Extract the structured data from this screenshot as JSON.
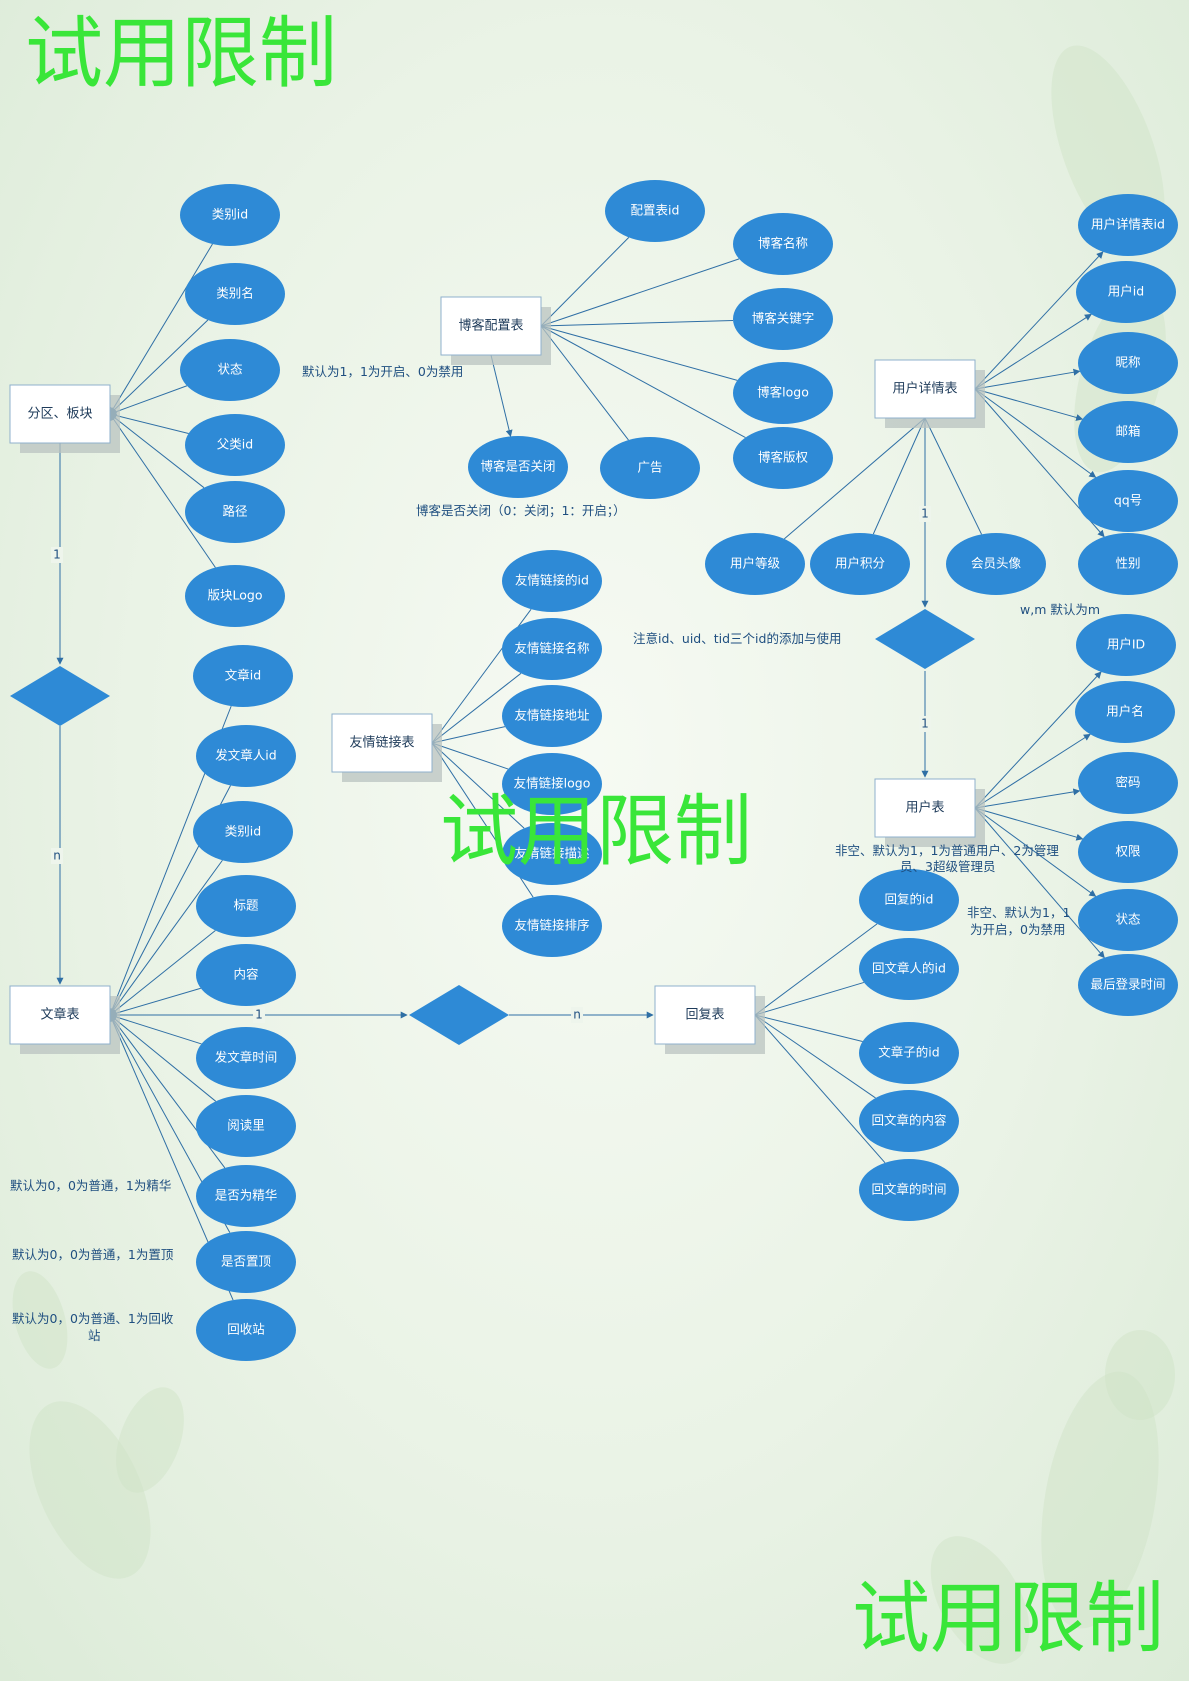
{
  "watermark": "试用限制",
  "entities": [
    {
      "id": "fenqu",
      "label": "分区、板块"
    },
    {
      "id": "wenzhang",
      "label": "文章表"
    },
    {
      "id": "bokepeizhi",
      "label": "博客配置表"
    },
    {
      "id": "youqing",
      "label": "友情链接表"
    },
    {
      "id": "yonghuxiangqing",
      "label": "用户详情表"
    },
    {
      "id": "yonghu",
      "label": "用户表"
    },
    {
      "id": "huifu",
      "label": "回复表"
    }
  ],
  "attributes": {
    "fenqu": [
      "类别id",
      "类别名",
      "状态",
      "父类id",
      "路径",
      "版块Logo"
    ],
    "wenzhang": [
      "文章id",
      "发文章人id",
      "类别id",
      "标题",
      "内容",
      "发文章时间",
      "阅读里",
      "是否为精华",
      "是否置顶",
      "回收站"
    ],
    "bokepeizhi": [
      "配置表id",
      "博客名称",
      "博客关键字",
      "博客logo",
      "博客版权",
      "广告",
      "博客是否关闭"
    ],
    "youqing": [
      "友情链接的id",
      "友情链接名称",
      "友情链接地址",
      "友情链接logo",
      "友情链接描述",
      "友情链接排序"
    ],
    "yonghuxiangqing": [
      "用户详情表id",
      "用户id",
      "昵称",
      "邮箱",
      "qq号",
      "性别",
      "用户等级",
      "用户积分",
      "会员头像"
    ],
    "yonghu": [
      "用户ID",
      "用户名",
      "密码",
      "权限",
      "状态",
      "最后登录时间"
    ],
    "huifu": [
      "回复的id",
      "回文章人的id",
      "文章子的id",
      "回文章的内容",
      "回文章的时间"
    ]
  },
  "relationships": [
    {
      "id": "r_fenqu_wenzhang",
      "from": "fenqu",
      "to": "wenzhang",
      "card_from": "1",
      "card_to": "n"
    },
    {
      "id": "r_wenzhang_huifu",
      "from": "wenzhang",
      "to": "huifu",
      "card_from": "1",
      "card_to": "n"
    },
    {
      "id": "r_xiangqing_yonghu",
      "from": "yonghuxiangqing",
      "to": "yonghu",
      "card_from": "1",
      "card_to": "1"
    }
  ],
  "notes": {
    "blog_status_default": "默认为1，1为开启、0为禁用",
    "blog_closed": "博客是否关闭（0：关闭；1：开启；）",
    "gender_default": "w,m 默认为m",
    "id_note": "注意id、uid、tid三个id的添加与使用",
    "permission_line1": "非空、默认为1，1为普通用户、2为管理",
    "permission_line2": "员、3超级管理员",
    "user_status_line1": "非空、默认为1，1",
    "user_status_line2": "为开启，0为禁用",
    "essence": "默认为0，0为普通，1为精华",
    "top": "默认为0，0为普通，1为置顶",
    "recycle_line1": "默认为0，0为普通、1为回收",
    "recycle_line2": "站"
  },
  "colors": {
    "attribute_fill": "#2e8ad6",
    "diamond_fill": "#2e8ad6",
    "edge": "#2f6fa5",
    "watermark": "#39e639",
    "note_text": "#1f4f80"
  }
}
